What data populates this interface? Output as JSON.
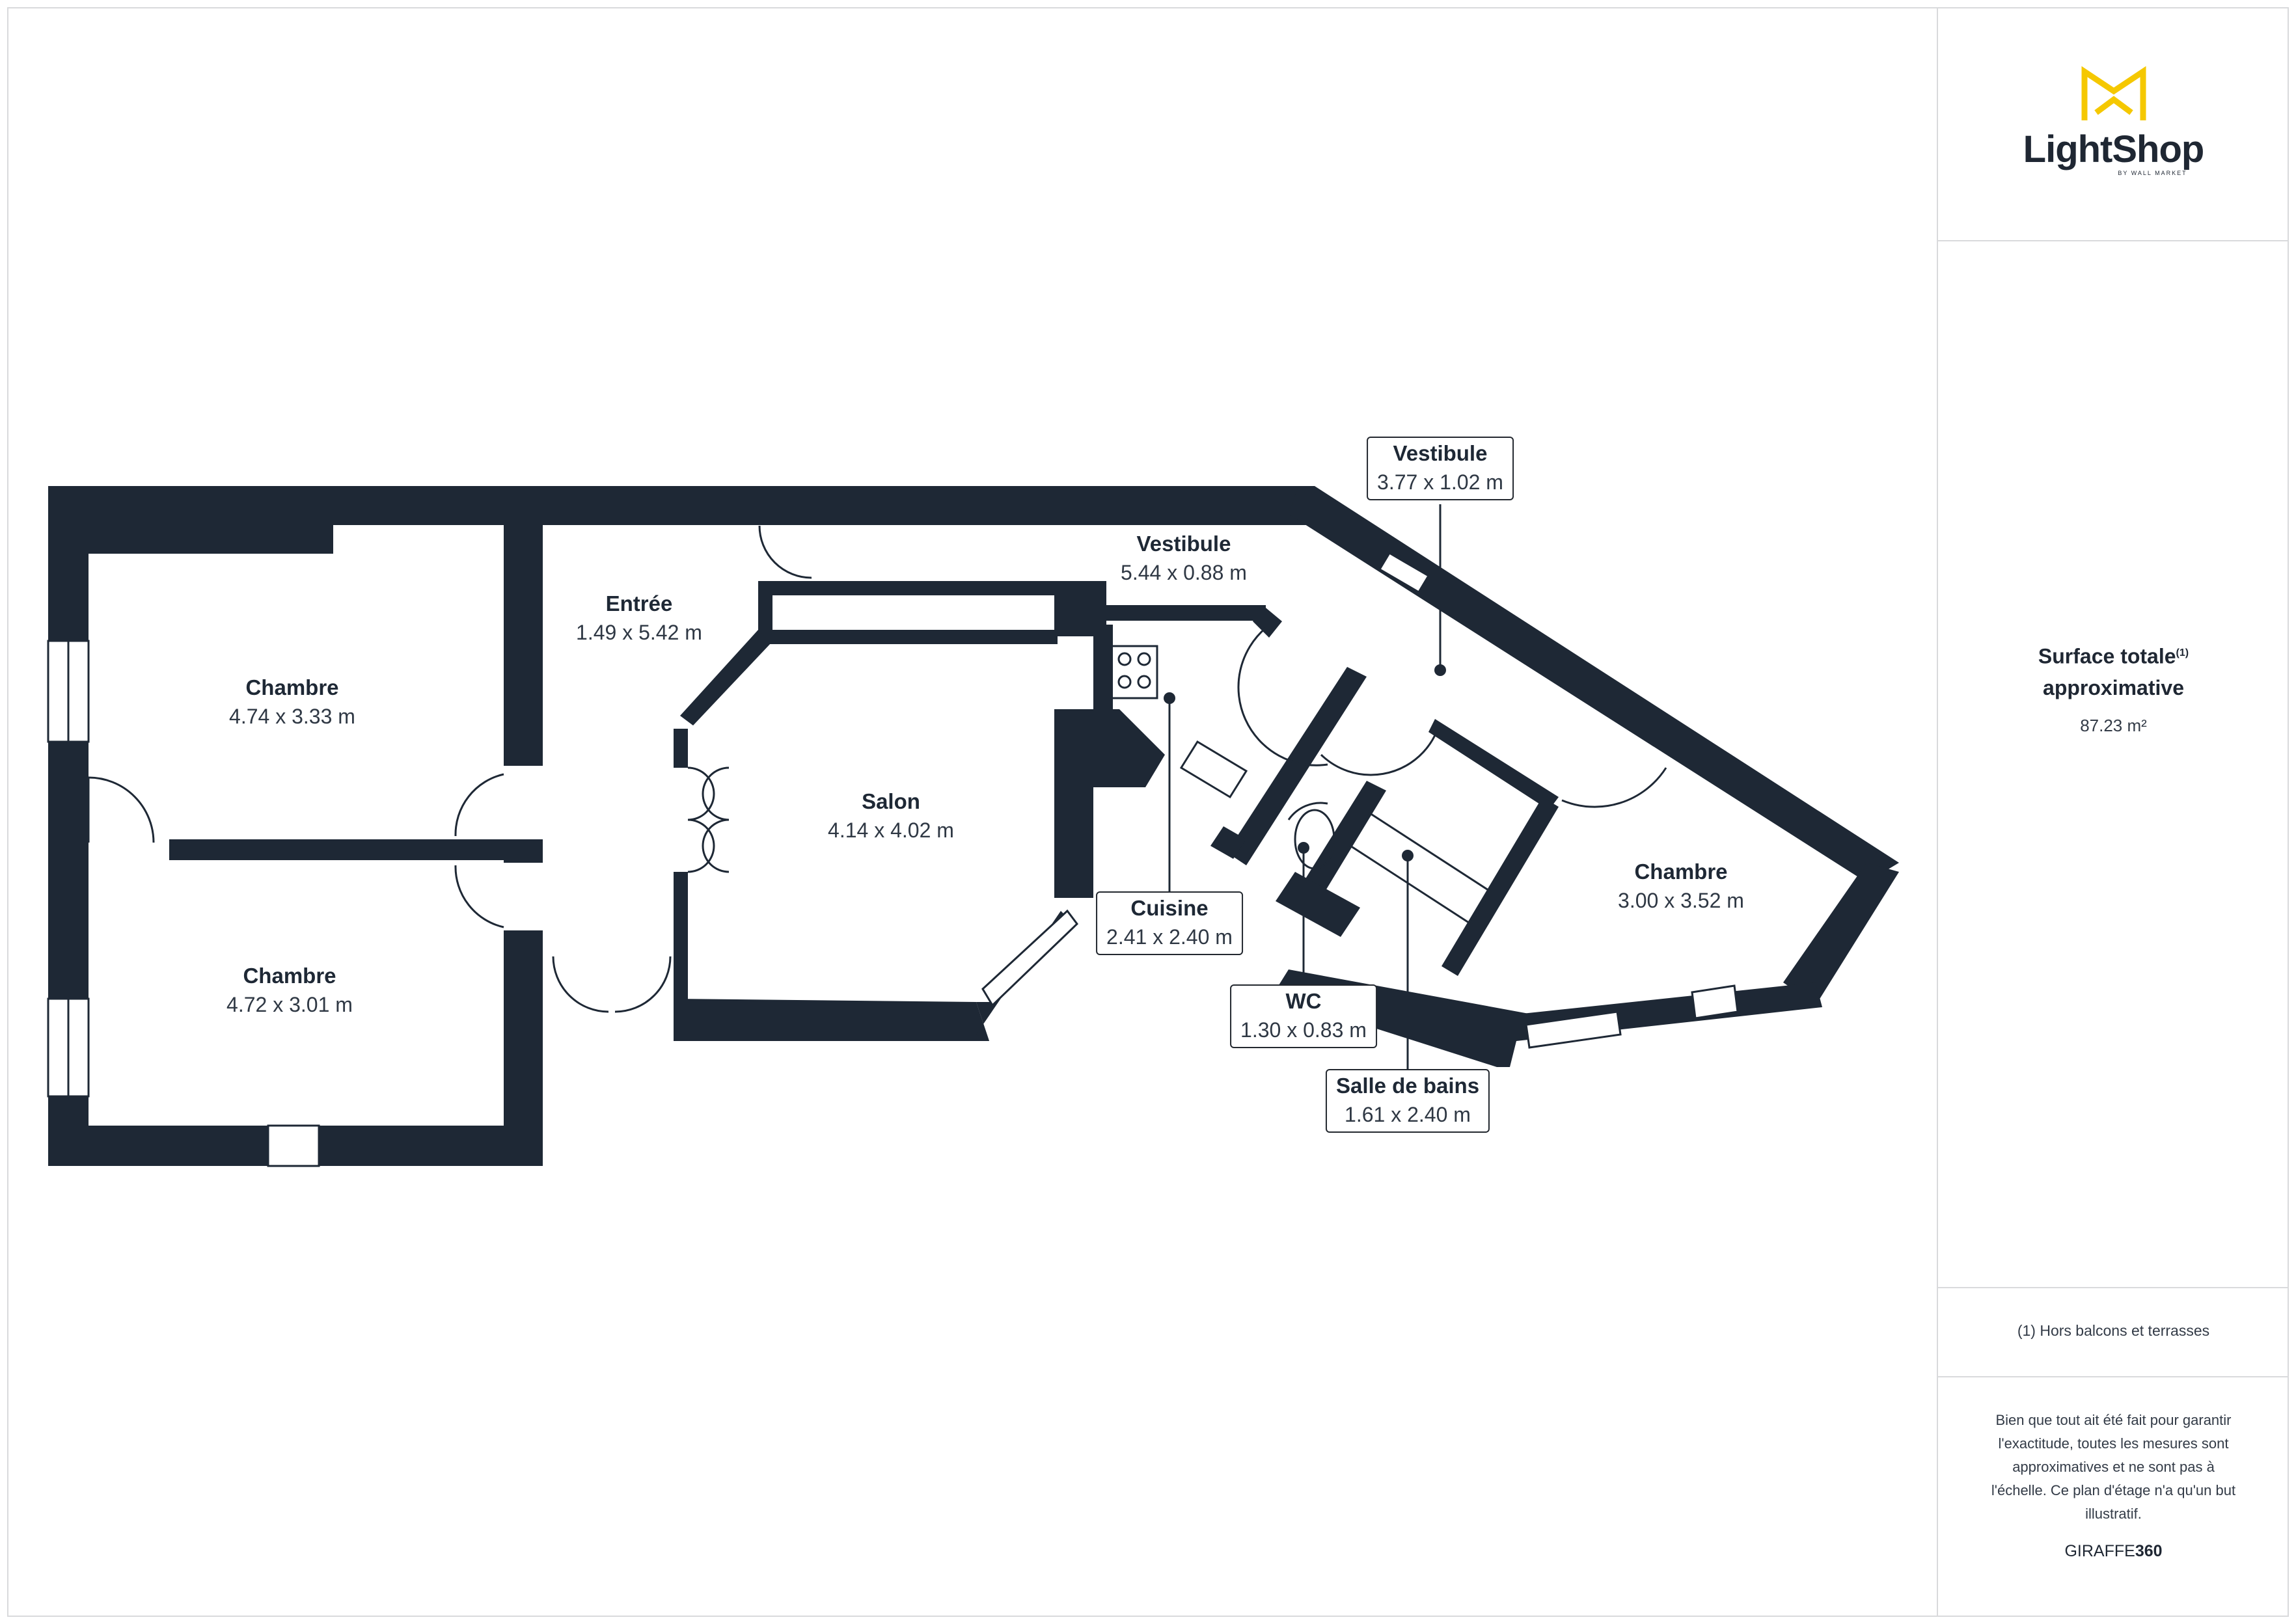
{
  "floorplan": {
    "rooms": [
      {
        "name": "Chambre",
        "dims": "4.74 x 3.33 m"
      },
      {
        "name": "Chambre",
        "dims": "4.72 x 3.01 m"
      },
      {
        "name": "Entrée",
        "dims": "1.49 x 5.42 m"
      },
      {
        "name": "Salon",
        "dims": "4.14 x 4.02 m"
      },
      {
        "name": "Vestibule",
        "dims": "5.44 x 0.88 m"
      },
      {
        "name": "Vestibule",
        "dims": "3.77 x 1.02 m"
      },
      {
        "name": "Cuisine",
        "dims": "2.41 x 2.40 m"
      },
      {
        "name": "WC",
        "dims": "1.30 x 0.83 m"
      },
      {
        "name": "Salle de bains",
        "dims": "1.61 x 2.40 m"
      },
      {
        "name": "Chambre",
        "dims": "3.00 x 3.52 m"
      }
    ],
    "colors": {
      "wall": "#1e2835",
      "line": "#1e2835",
      "background": "#ffffff"
    }
  },
  "panel": {
    "logo": {
      "brand": "LightShop",
      "tagline": "BY WALL MARKET",
      "color": "#f5c800",
      "icon": "lightshop-logo-icon"
    },
    "surface": {
      "title_line1": "Surface totale",
      "title_sup": "(1)",
      "title_line2": "approximative",
      "value": "87.23 m²"
    },
    "footnote": "(1) Hors balcons et terrasses",
    "disclaimer": "Bien que tout ait été fait pour garantir l'exactitude, toutes les mesures sont approximatives et ne sont pas à l'échelle. Ce plan d'étage n'a qu'un but illustratif.",
    "brand_prefix": "GIRAFFE",
    "brand_suffix": "360"
  }
}
